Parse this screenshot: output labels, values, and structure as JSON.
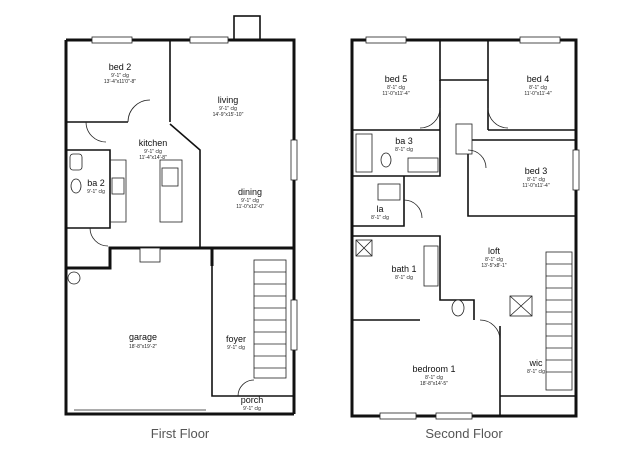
{
  "floors": [
    {
      "caption": "First Floor",
      "rooms": [
        {
          "name": "bed 2",
          "ceiling": "9'-1\" clg",
          "size": "13'-4\"x11'0\"-8\""
        },
        {
          "name": "living",
          "ceiling": "9'-1\" clg",
          "size": "14'-9\"x15'-10\""
        },
        {
          "name": "kitchen",
          "ceiling": "9'-1\" clg",
          "size": "11'-4\"x14'-8\""
        },
        {
          "name": "ba 2",
          "ceiling": "9'-1\" clg",
          "size": ""
        },
        {
          "name": "dining",
          "ceiling": "9'-1\" clg",
          "size": "11'-0\"x12'-0\""
        },
        {
          "name": "garage",
          "ceiling": "",
          "size": "18'-8\"x19'-2\""
        },
        {
          "name": "foyer",
          "ceiling": "9'-1\" clg",
          "size": ""
        },
        {
          "name": "porch",
          "ceiling": "9'-1\" clg",
          "size": ""
        }
      ]
    },
    {
      "caption": "Second Floor",
      "rooms": [
        {
          "name": "bed 5",
          "ceiling": "8'-1\" clg",
          "size": "11'-0\"x11'-4\""
        },
        {
          "name": "bed 4",
          "ceiling": "8'-1\" clg",
          "size": "11'-0\"x11'-4\""
        },
        {
          "name": "ba 3",
          "ceiling": "8'-1\" clg",
          "size": ""
        },
        {
          "name": "bed 3",
          "ceiling": "8'-1\" clg",
          "size": "11'-0\"x11'-4\""
        },
        {
          "name": "la",
          "ceiling": "8'-1\" clg",
          "size": ""
        },
        {
          "name": "loft",
          "ceiling": "8'-1\" clg",
          "size": "13'-5\"x8'-1\""
        },
        {
          "name": "bath 1",
          "ceiling": "8'-1\" clg",
          "size": ""
        },
        {
          "name": "bedroom 1",
          "ceiling": "8'-1\" clg",
          "size": "18'-8\"x14'-5\""
        },
        {
          "name": "wic",
          "ceiling": "8'-1\" clg",
          "size": ""
        }
      ]
    }
  ]
}
